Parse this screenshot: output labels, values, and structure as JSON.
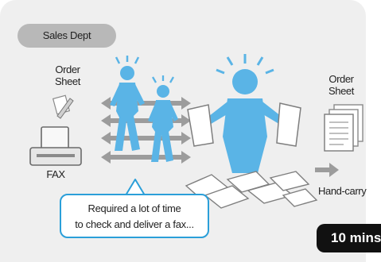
{
  "department": {
    "label": "Sales Dept"
  },
  "left_sheet": {
    "line1": "Order",
    "line2": "Sheet"
  },
  "right_sheet": {
    "line1": "Order",
    "line2": "Sheet"
  },
  "fax": {
    "label": "FAX"
  },
  "handcarry": {
    "label": "Hand-carry"
  },
  "callout": {
    "line1": "Required a lot of time",
    "line2": "to check and deliver a fax..."
  },
  "time_badge": {
    "label": "10 mins"
  },
  "colors": {
    "panel": "#efefef",
    "pill": "#b8b8b8",
    "figure": "#5ab4e6",
    "arrow": "#9c9c9c",
    "callout_border": "#2b9fd9",
    "badge": "#111111"
  },
  "icons": [
    "pen-icon",
    "fax-machine-icon",
    "document-stack-icon",
    "walking-person-icon",
    "overwhelmed-person-icon"
  ]
}
